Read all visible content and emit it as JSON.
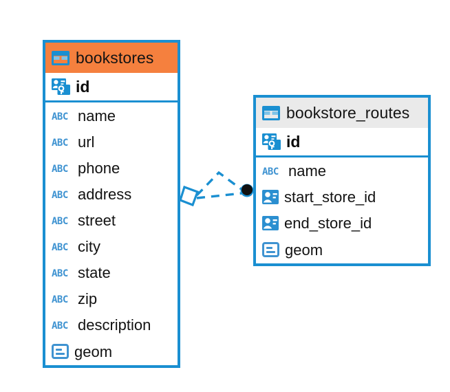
{
  "diagram": {
    "type": "database-schema-erd",
    "background": "#ffffff",
    "colors": {
      "border": "#1a8fd1",
      "header_primary": "#f5803e",
      "header_secondary": "#eaeaea",
      "icon_blue": "#3f93d1",
      "connector": "#1a8fd1",
      "connector_endpoint": "#111111"
    }
  },
  "tables": [
    {
      "name": "bookstores",
      "header_style": "orange",
      "header_icon": "table-icon",
      "primary_key": {
        "label": "id",
        "icon": "primary-key-icon"
      },
      "fields": [
        {
          "label": "name",
          "icon": "abc-icon",
          "icon_text": "ABC"
        },
        {
          "label": "url",
          "icon": "abc-icon",
          "icon_text": "ABC"
        },
        {
          "label": "phone",
          "icon": "abc-icon",
          "icon_text": "ABC"
        },
        {
          "label": "address",
          "icon": "abc-icon",
          "icon_text": "ABC"
        },
        {
          "label": "street",
          "icon": "abc-icon",
          "icon_text": "ABC"
        },
        {
          "label": "city",
          "icon": "abc-icon",
          "icon_text": "ABC"
        },
        {
          "label": "state",
          "icon": "abc-icon",
          "icon_text": "ABC"
        },
        {
          "label": "zip",
          "icon": "abc-icon",
          "icon_text": "ABC"
        },
        {
          "label": "description",
          "icon": "abc-icon",
          "icon_text": "ABC"
        },
        {
          "label": "geom",
          "icon": "geometry-icon",
          "icon_text": ""
        }
      ]
    },
    {
      "name": "bookstore_routes",
      "header_style": "grey",
      "header_icon": "table-icon",
      "primary_key": {
        "label": "id",
        "icon": "primary-key-icon"
      },
      "fields": [
        {
          "label": "name",
          "icon": "abc-icon",
          "icon_text": "ABC"
        },
        {
          "label": "start_store_id",
          "icon": "foreign-key-icon",
          "icon_text": ""
        },
        {
          "label": "end_store_id",
          "icon": "foreign-key-icon",
          "icon_text": ""
        },
        {
          "label": "geom",
          "icon": "geometry-icon",
          "icon_text": ""
        }
      ]
    }
  ],
  "relationships": [
    {
      "from": "bookstores",
      "to": "bookstore_routes",
      "line_style": "dashed",
      "source_marker": "diamond",
      "target_marker": "filled-circle",
      "branches": 2
    }
  ]
}
